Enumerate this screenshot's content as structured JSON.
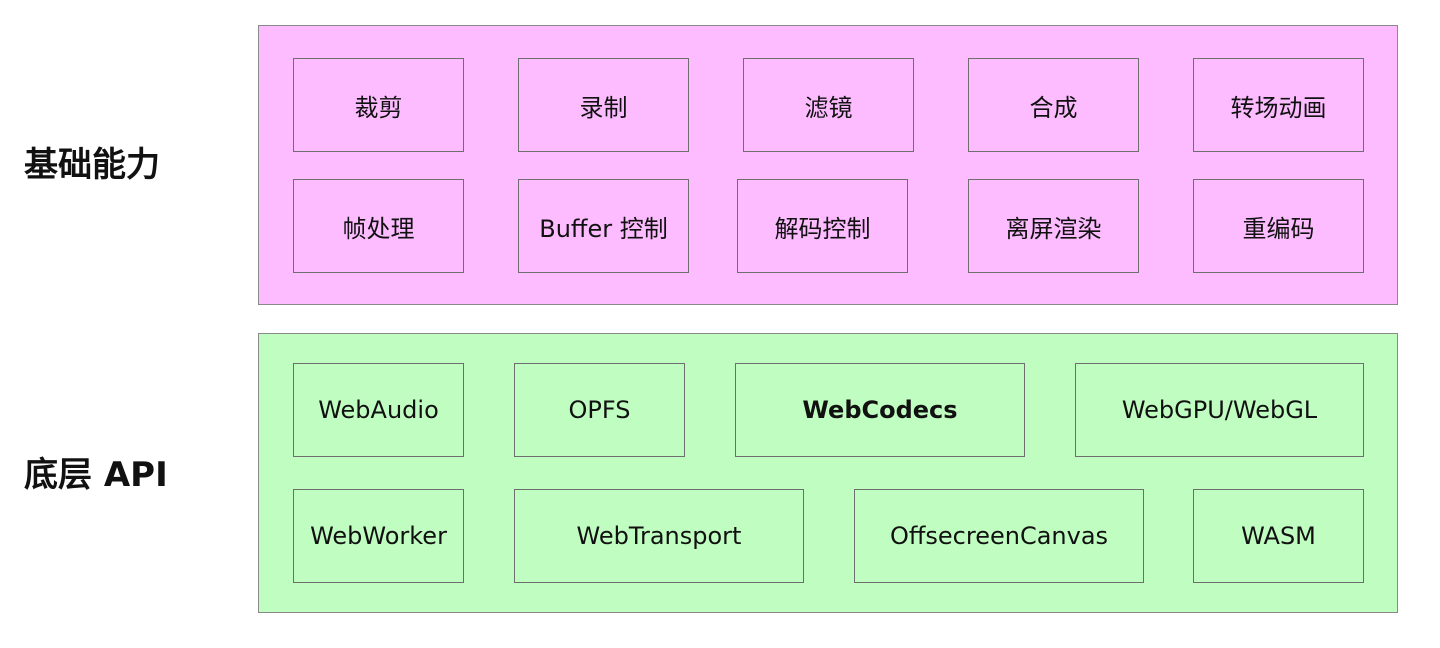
{
  "labels": {
    "top_layer": "基础能力",
    "bottom_layer": "底层 API"
  },
  "colors": {
    "top_layer_fill": "#fdbcff",
    "bottom_layer_fill": "#c0fdc0",
    "border": "#6e6e6e"
  },
  "capabilities": {
    "row1": [
      "裁剪",
      "录制",
      "滤镜",
      "合成",
      "转场动画"
    ],
    "row2": [
      "帧处理",
      "Buffer 控制",
      "解码控制",
      "离屏渲染",
      "重编码"
    ]
  },
  "apis": {
    "row1": [
      "WebAudio",
      "OPFS",
      "WebCodecs",
      "WebGPU/WebGL"
    ],
    "row2": [
      "WebWorker",
      "WebTransport",
      "OffsecreenCanvas",
      "WASM"
    ]
  }
}
